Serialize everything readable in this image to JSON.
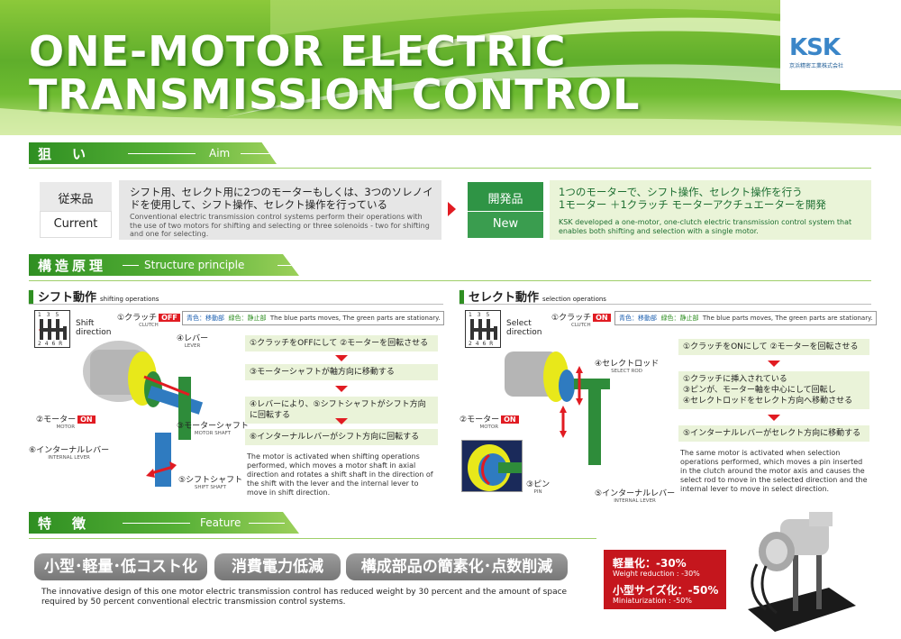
{
  "header": {
    "title_line1": "ONE-MOTOR ELECTRIC",
    "title_line2": "TRANSMISSION CONTROL",
    "logo_text": "KSK",
    "logo_sub": "京浜精密工業株式会社"
  },
  "aim": {
    "title_jp": "狙　い",
    "title_en": "Aim",
    "current_jp": "従来品",
    "current_en": "Current",
    "current_desc_jp": "シフト用、セレクト用に2つのモーターもしくは、3つのソレノイドを使用して、シフト操作、セレクト操作を行っている",
    "current_desc_en": "Conventional  electric transmission control systems perform their operations with the use of two motors  for shifting and selecting  or three solenoids - two for shifting and one for selecting.",
    "new_jp": "開発品",
    "new_en": "New",
    "new_desc_jp1": "1つのモーターで、シフト操作、セレクト操作を行う",
    "new_desc_jp2": "1モーター ＋1クラッチ モーターアクチュエーターを開発",
    "new_desc_en": "KSK developed  a one-motor, one-clutch electric transmission control system that enables both shifting and selection with a single motor."
  },
  "structure": {
    "title_jp": "構造原理",
    "title_en": "Structure principle",
    "shift": {
      "title": "シフト動作",
      "title_en": "shifting operations",
      "direction": "Shift direction",
      "legend_blue": "青色：移動部",
      "legend_green": "緑色：静止部",
      "legend_en": "The blue parts moves, The green parts are stationary.",
      "clutch": "①クラッチ",
      "clutch_state": "OFF",
      "clutch_en": "CLUTCH",
      "lever": "④レバー",
      "lever_en": "LEVER",
      "motor": "②モーター",
      "motor_state": "ON",
      "motor_en": "MOTOR",
      "motor_shaft": "③モーターシャフト",
      "motor_shaft_en": "MOTOR SHAFT",
      "internal_lever": "⑥インターナルレバー",
      "internal_lever_en": "INTERNAL LEVER",
      "shift_shaft": "⑤シフトシャフト",
      "shift_shaft_en": "SHIFT SHAFT",
      "steps": [
        "①クラッチをOFFにして ②モーターを回転させる",
        "③モーターシャフトが軸方向に移動する",
        "④レバーにより、⑤シフトシャフトがシフト方向に回転する",
        "⑥インターナルレバーがシフト方向に回転する"
      ],
      "desc": "The motor is activated when shifting operations performed, which moves a motor shaft in axial direction and rotates a shift shaft in the direction of the shift with the lever and the internal lever to move in shift direction."
    },
    "select": {
      "title": "セレクト動作",
      "title_en": "selection operations",
      "direction": "Select direction",
      "legend_blue": "青色：移動部",
      "legend_green": "緑色：静止部",
      "legend_en": "The blue parts moves, The green parts are stationary.",
      "clutch": "①クラッチ",
      "clutch_state": "ON",
      "clutch_en": "CLUTCH",
      "select_rod": "④セレクトロッド",
      "select_rod_en": "SELECT ROD",
      "motor": "②モーター",
      "motor_state": "ON",
      "motor_en": "MOTOR",
      "pin": "③ピン",
      "pin_en": "PIN",
      "internal_lever": "⑤インターナルレバー",
      "internal_lever_en": "INTERNAL LEVER",
      "steps": [
        "①クラッチをONにして ②モーターを回転させる",
        "①クラッチに挿入されている",
        "③ピンが、モーター軸を中心にして回転し",
        "④セレクトロッドをセレクト方向へ移動させる",
        "⑤インターナルレバーがセレクト方向に移動する"
      ],
      "desc": "The same motor is activated when selection operations performed, which moves a pin inserted in the clutch around the motor axis and causes the select rod to move in the selected direction and the internal lever to move in select direction."
    },
    "gear_top": "1 3 5",
    "gear_bottom": "2 4 6 R"
  },
  "feature": {
    "title_jp": "特　徴",
    "title_en": "Feature",
    "pills": [
      "小型･軽量･低コスト化",
      "消費電力低減",
      "構成部品の簡素化･点数削減"
    ],
    "desc": "The innovative design of this one motor electric transmission control has reduced weight by 30 percent and the amount of space required by 50 percent conventional electric transmission control systems.",
    "weight_jp": "軽量化：-30%",
    "weight_en": "Weight reduction : -30%",
    "size_jp": "小型サイズ化：-50%",
    "size_en": "Miniaturization : -50%"
  },
  "colors": {
    "green_dark": "#2f8f22",
    "green_light": "#9bd05a",
    "red": "#e11b22",
    "blue": "#1b5fb0"
  }
}
